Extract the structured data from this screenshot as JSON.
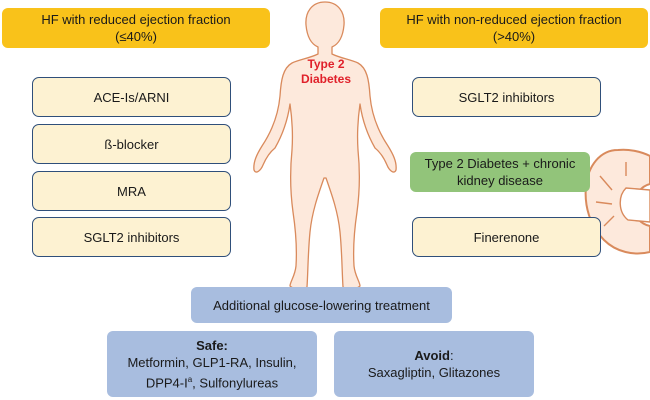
{
  "colors": {
    "header": "#f9c21a",
    "drug_box": "#fdf2d2",
    "drug_border": "#2f4f7a",
    "ckd_box": "#92c47a",
    "blue_box": "#a8bddf",
    "figure_skin": "#fde9dc",
    "figure_outline": "#d98a5c",
    "title_red": "#e0202a"
  },
  "left": {
    "header_line1": "HF with reduced ejection fraction",
    "header_line2": "(≤40%)",
    "items": [
      "ACE-Is/ARNI",
      "ß-blocker",
      "MRA",
      "SGLT2 inhibitors"
    ]
  },
  "right": {
    "header_line1": "HF with non-reduced ejection fraction",
    "header_line2": "(>40%)",
    "item1": "SGLT2 inhibitors",
    "ckd_line1": "Type 2 Diabetes + chronic",
    "ckd_line2": "kidney disease",
    "item2": "Finerenone"
  },
  "center": {
    "title_line1": "Type 2",
    "title_line2": "Diabetes"
  },
  "bottom": {
    "additional": "Additional glucose-lowering treatment",
    "safe_title": "Safe:",
    "safe_line1": "Metformin, GLP1-RA, Insulin,",
    "safe_line2_pre": "DPP4-I",
    "safe_sup": "a",
    "safe_line2_post": ", Sulfonylureas",
    "avoid_title": "Avoid",
    "avoid_colon": ":",
    "avoid_line": "Saxagliptin, Glitazones"
  },
  "icons": [
    "human-body-icon",
    "kidney-icon"
  ]
}
